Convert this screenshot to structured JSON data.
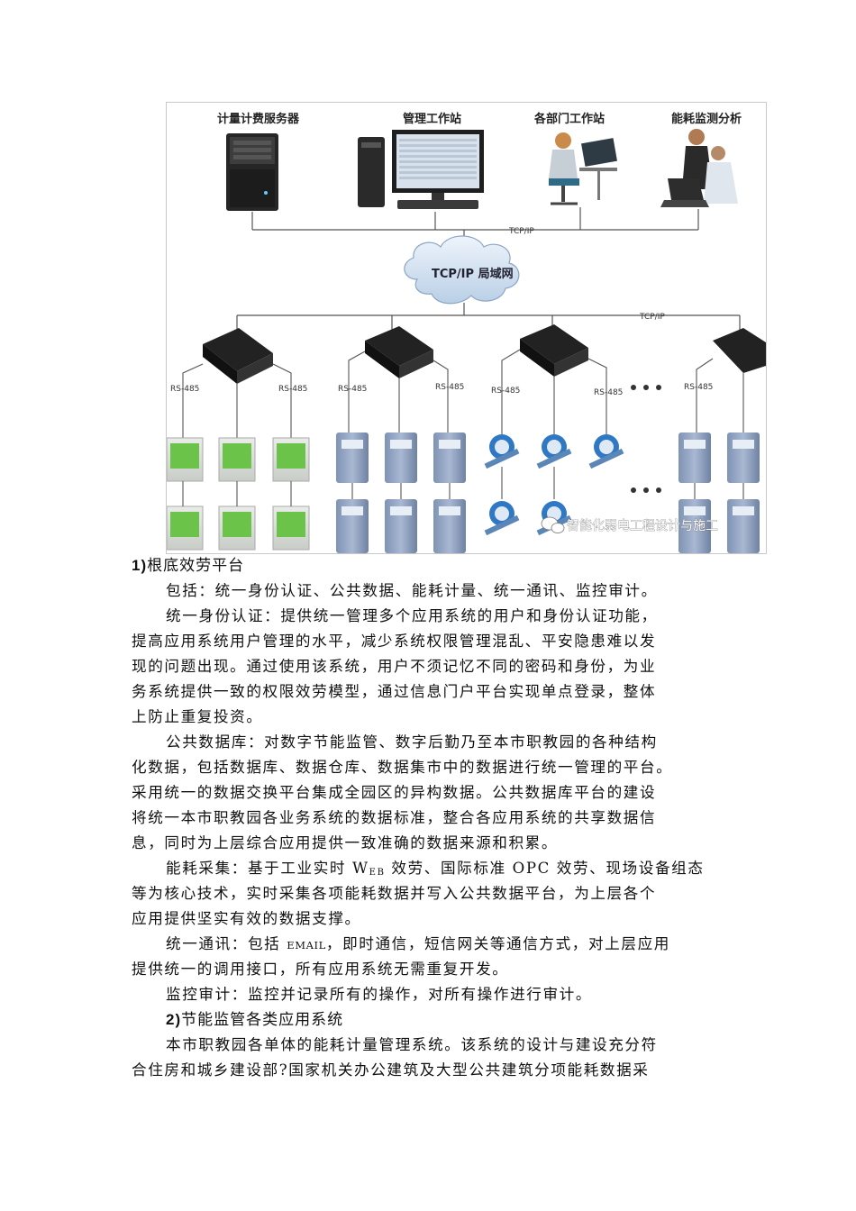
{
  "figure": {
    "labels": {
      "server": "计量计费服务器",
      "workstation": "管理工作站",
      "dept": "各部门工作站",
      "analysis": "能耗监测分析"
    },
    "tcp1": "TCP/IP",
    "cloud": "TCP/IP 局域网",
    "tcp2": "TCP/IP",
    "rs485": {
      "a1": "RS-485",
      "a2": "RS-485",
      "b1": "RS-485",
      "b2": "RS-485",
      "c1": "RS-485",
      "c2": "RS-485",
      "d1": "RS-485"
    },
    "watermark": "智能化弱电工程设计与施工"
  },
  "sec1": {
    "num": "1)",
    "title": "根底效劳平台",
    "p1": "包括：统一身份认证、公共数据、能耗计量、统一通讯、监控审计。",
    "p2": [
      "统一身份认证：提供统一管理多个应用系统的用户和身份认证功能，",
      "提高应用系统用户管理的水平，减少系统权限管理混乱、平安隐患难以发",
      "现的问题出现。通过使用该系统，用户不须记忆不同的密码和身份，为业",
      "务系统提供一致的权限效劳模型，通过信息门户平台实现单点登录，整体",
      "上防止重复投资。"
    ],
    "p3": [
      "公共数据库：对数字节能监管、数字后勤乃至本市职教园的各种结构",
      "化数据，包括数据库、数据仓库、数据集市中的数据进行统一管理的平台。",
      "采用统一的数据交换平台集成全园区的异构数据。公共数据库平台的建设",
      "将统一本市职教园各业务系统的数据标准，整合各应用系统的共享数据信",
      "息，同时为上层综合应用提供一致准确的数据来源和积累。"
    ],
    "p4": {
      "l1_pre": "能耗采集：基于工业实时 W",
      "l1_sub": "EB",
      "l1_post": " 效劳、国际标准 OPC 效劳、现场设备组态",
      "l2": "等为核心技术，实时采集各项能耗数据并写入公共数据平台，为上层各个",
      "l3": "应用提供坚实有效的数据支撑。"
    },
    "p5": {
      "l1_pre": "统一通讯：包括 ",
      "l1_small": "EMAIL",
      "l1_post": "，即时通信，短信网关等通信方式，对上层应用",
      "l2": "提供统一的调用接口，所有应用系统无需重复开发。"
    },
    "p6": "监控审计：监控并记录所有的操作，对所有操作进行审计。"
  },
  "sec2": {
    "num": "2)",
    "title": "节能监管各类应用系统",
    "p1": [
      "本市职教园各单体的能耗计量管理系统。该系统的设计与建设充分符",
      "合住房和城乡建设部?国家机关办公建筑及大型公共建筑分项能耗数据采"
    ]
  }
}
